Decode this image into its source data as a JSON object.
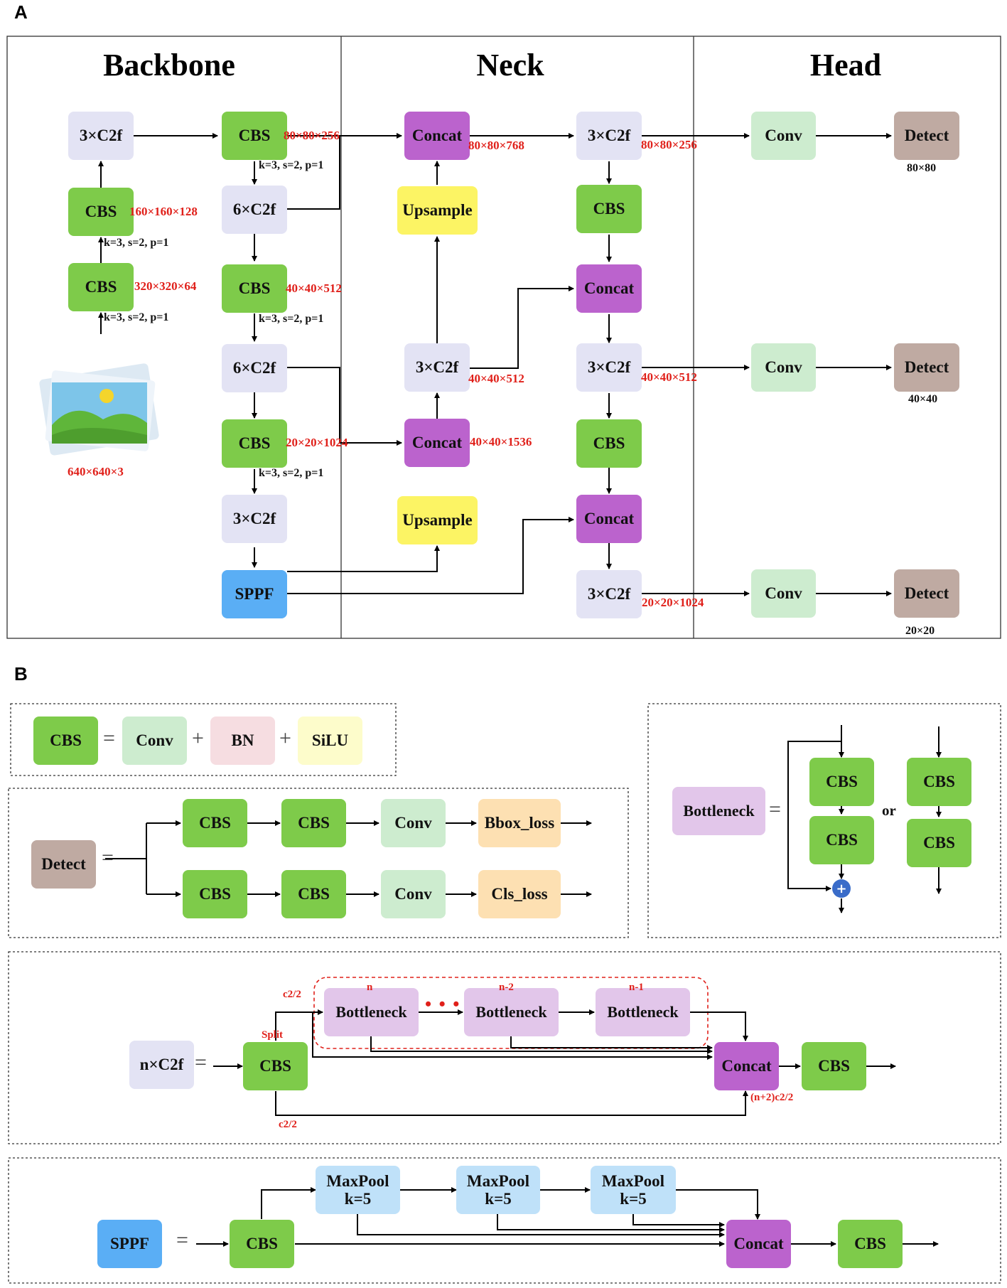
{
  "panels": {
    "a": "A",
    "b": "B"
  },
  "sections": {
    "backbone": "Backbone",
    "neck": "Neck",
    "head": "Head"
  },
  "labels": {
    "c2f3": "3×C2f",
    "c2f6": "6×C2f",
    "cbs": "CBS",
    "concat": "Concat",
    "upsample": "Upsample",
    "sppf": "SPPF",
    "conv": "Conv",
    "detect": "Detect",
    "bn": "BN",
    "silu": "SiLU",
    "bbox_loss": "Bbox_loss",
    "cls_loss": "Cls_loss",
    "bottleneck": "Bottleneck",
    "nc2f": "n×C2f",
    "maxpool": "MaxPool",
    "k5": "k=5",
    "eq": "=",
    "plus": "+",
    "or": "or",
    "split": "Split",
    "n": "n",
    "n_minus_2": "n-2",
    "n_minus_1": "n-1",
    "ellipsis": "• • •"
  },
  "dims": {
    "input": "640×640×3",
    "d320": "320×320×64",
    "d160": "160×160×128",
    "d80_256": "80×80×256",
    "d40_512": "40×40×512",
    "d20_1024": "20×20×1024",
    "d80_768": "80×80×768",
    "d40_1536": "40×40×1536",
    "c2half": "c2/2",
    "n2c2half": "(n+2)c2/2"
  },
  "kernel_note": "k=3, s=2, p=1",
  "grid": {
    "g80": "80×80",
    "g40": "40×40",
    "g20": "20×20"
  }
}
